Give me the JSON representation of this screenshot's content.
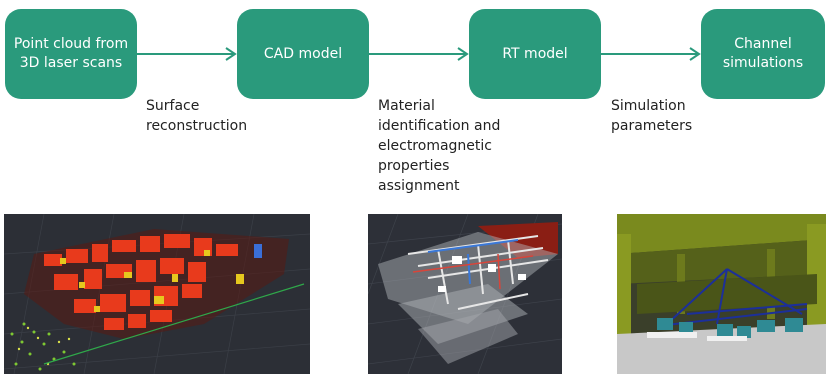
{
  "steps": [
    {
      "label": "Point cloud from\n3D laser scans"
    },
    {
      "label": "CAD model"
    },
    {
      "label": "RT model"
    },
    {
      "label": "Channel\nsimulations"
    }
  ],
  "transitions": [
    {
      "label": "Surface\nreconstruction"
    },
    {
      "label": "Material\nidentification and\nelectromagnetic\nproperties\nassignment"
    },
    {
      "label": "Simulation\nparameters"
    }
  ],
  "colors": {
    "box": "#2a9a7c",
    "arrow": "#2a9a7c",
    "panel_bg": "#2d3038"
  },
  "images": [
    {
      "name": "point-cloud-rendering"
    },
    {
      "name": "cad-model-rendering"
    },
    {
      "name": "rt-model-rendering"
    }
  ]
}
